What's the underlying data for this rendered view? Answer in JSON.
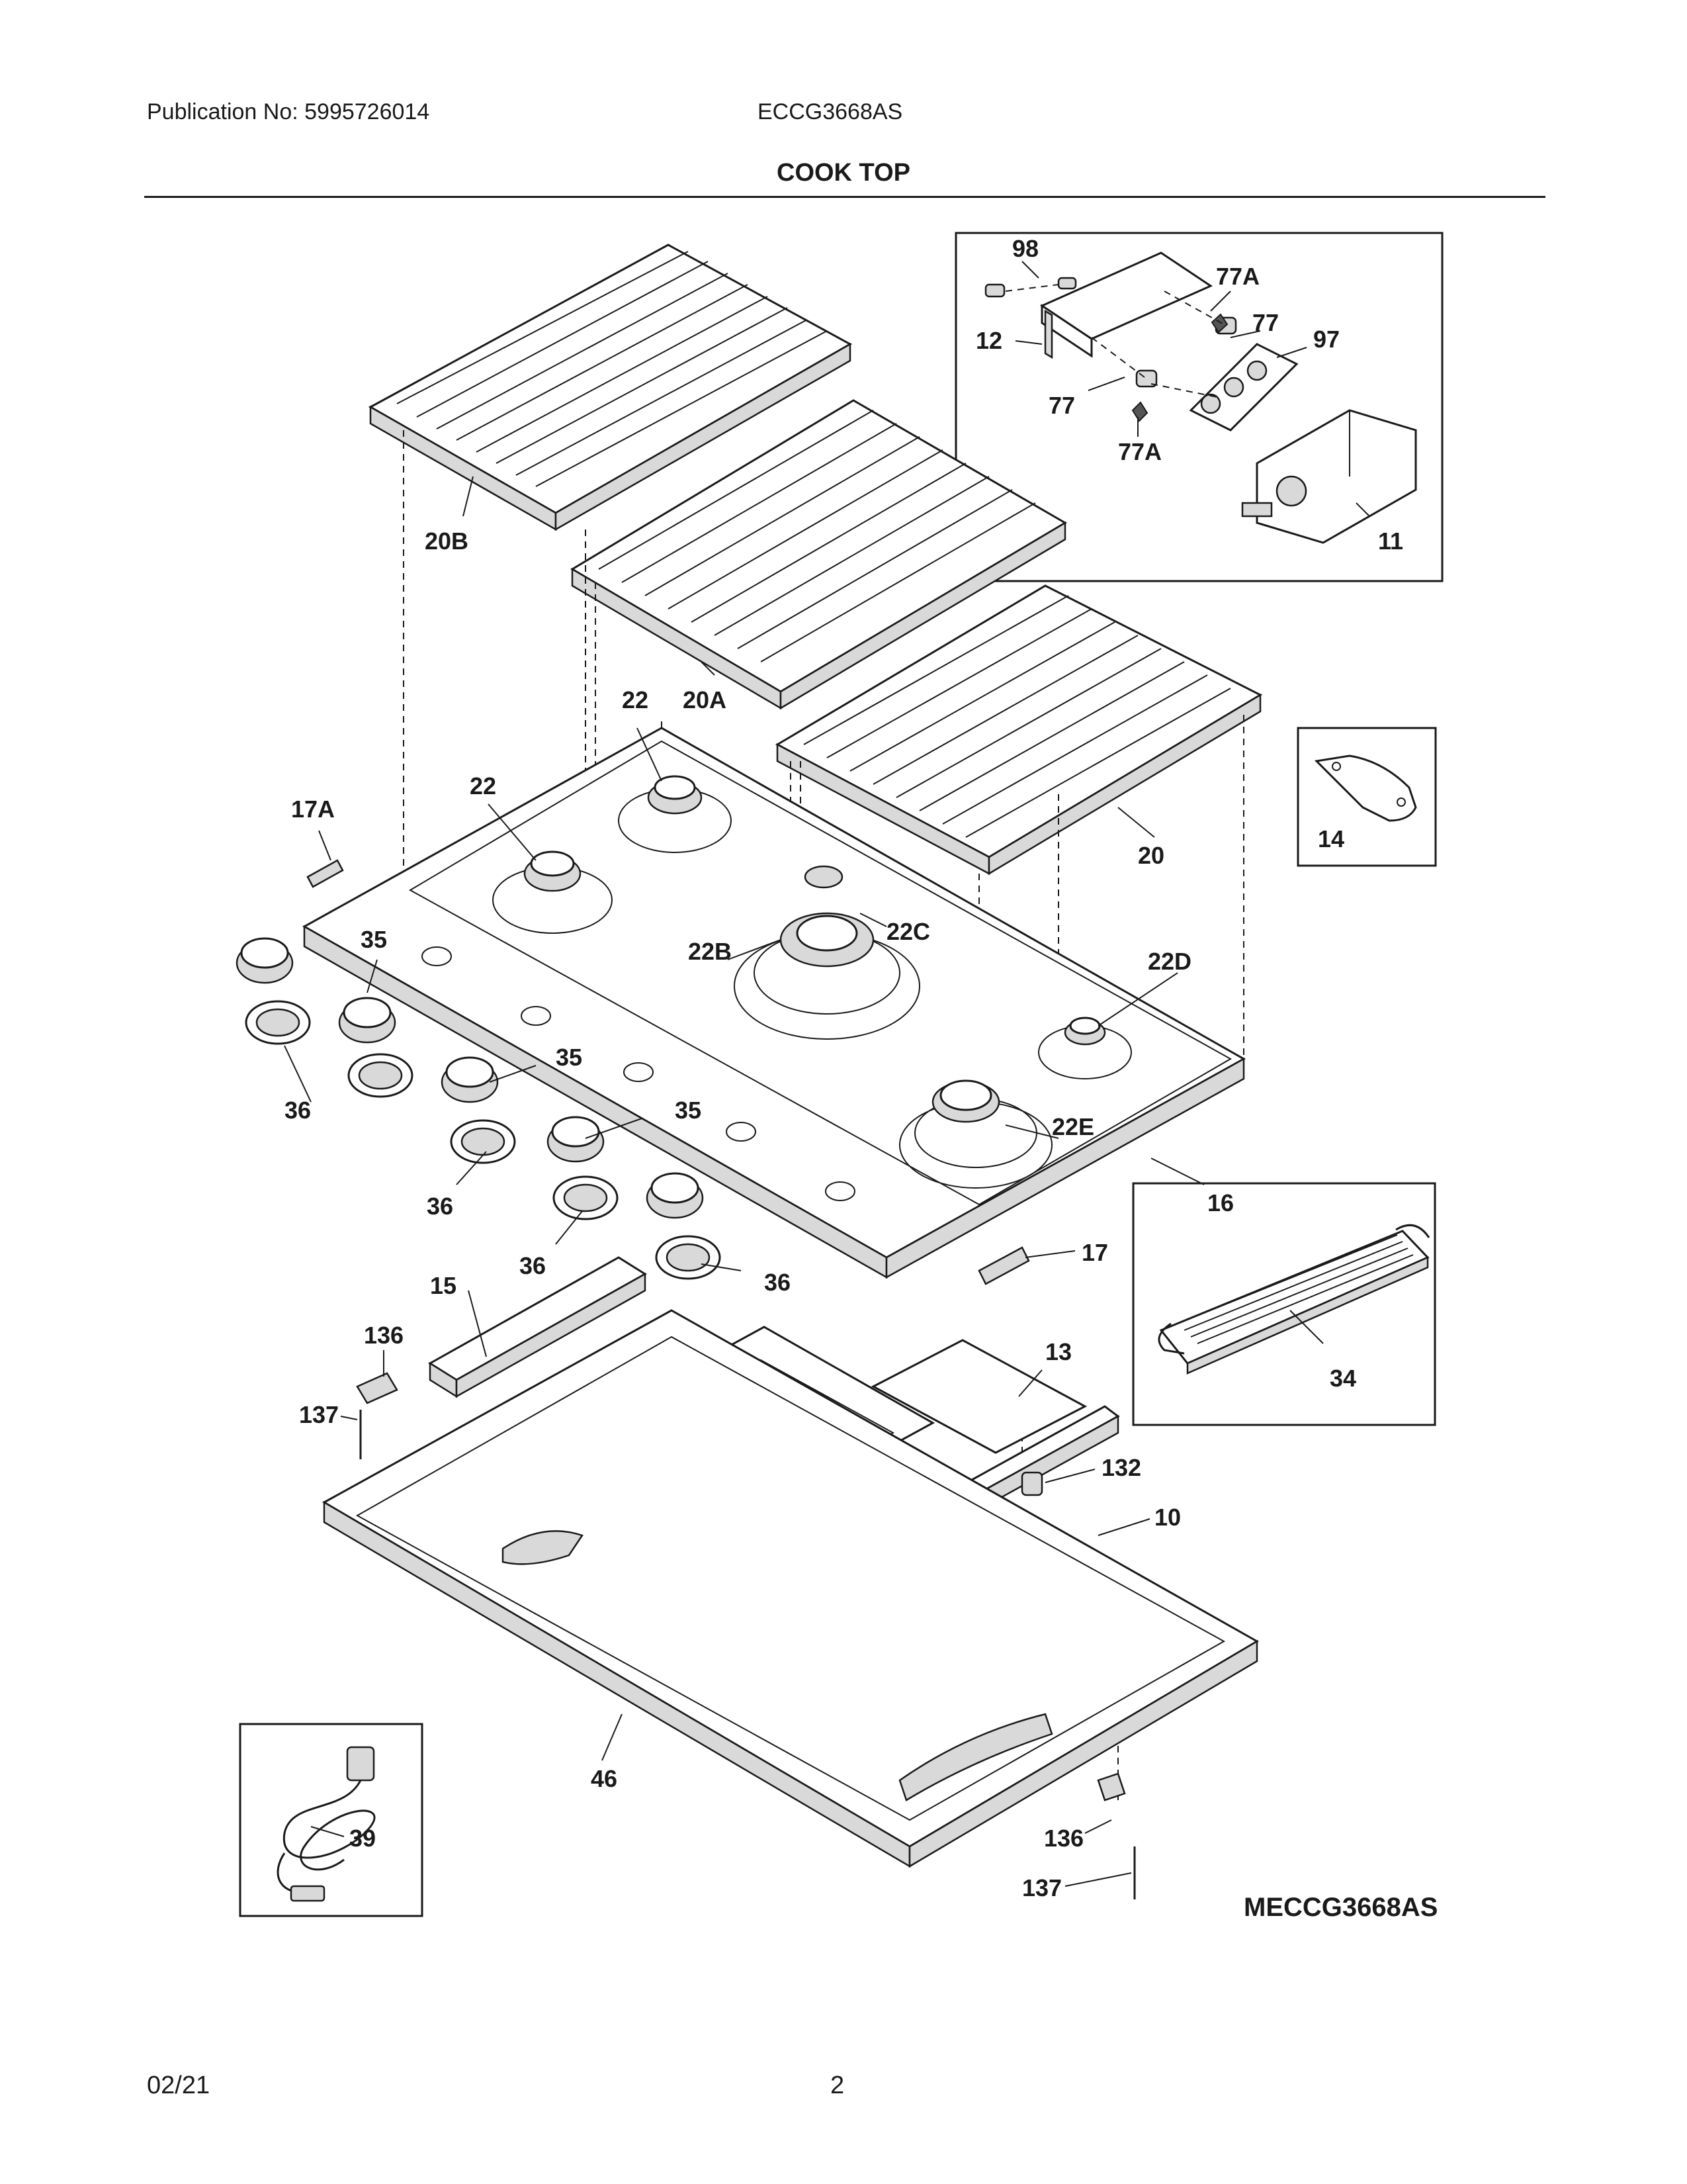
{
  "header": {
    "publication": "Publication No: 5995726014",
    "model": "ECCG3668AS",
    "section_title": "COOK TOP"
  },
  "footer": {
    "date": "02/21",
    "page": "2"
  },
  "diagram": {
    "model_code": "MECCG3668AS",
    "callouts": [
      "98",
      "77A",
      "77",
      "97",
      "12",
      "77",
      "77A",
      "11",
      "20B",
      "20A",
      "22",
      "22",
      "17A",
      "14",
      "20",
      "35",
      "22C",
      "22B",
      "22D",
      "36",
      "35",
      "35",
      "22E",
      "36",
      "16",
      "36",
      "36",
      "17",
      "15",
      "13",
      "34",
      "136",
      "137",
      "132",
      "10",
      "46",
      "39",
      "136",
      "137"
    ]
  }
}
